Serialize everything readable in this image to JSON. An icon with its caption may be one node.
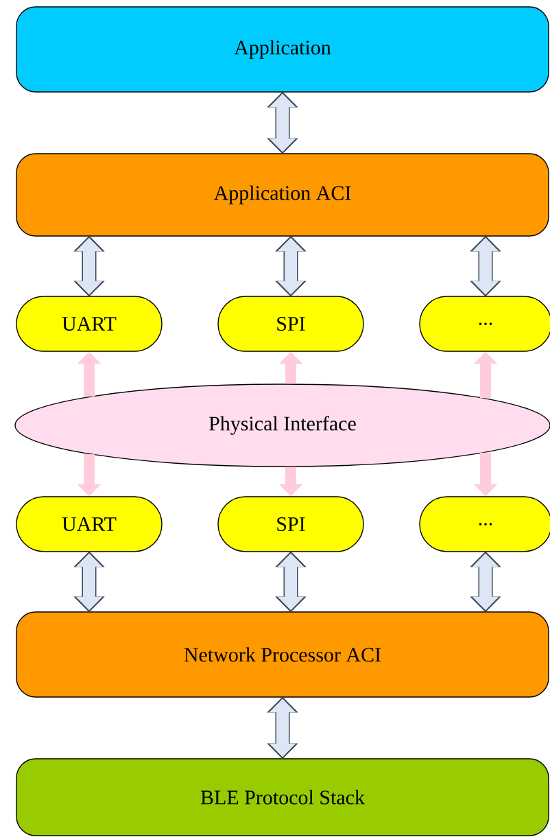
{
  "diagram": {
    "nodes": [
      {
        "text": [
          "Application"
        ]
      },
      {
        "text": [
          "Application ACI"
        ]
      },
      {
        "text": [
          "UART"
        ]
      },
      {
        "text": [
          "SPI"
        ]
      },
      {
        "text": [
          "..."
        ]
      },
      {
        "text": [
          "Physical Interface"
        ]
      },
      {
        "text": [
          "UART"
        ]
      },
      {
        "text": [
          "SPI"
        ]
      },
      {
        "text": [
          "..."
        ]
      },
      {
        "text": [
          "Network Processor ACI"
        ]
      },
      {
        "text": [
          "BLE Protocol Stack"
        ]
      }
    ],
    "edges": [
      {
        "from": 0,
        "to": 1,
        "arrow": "both"
      },
      {
        "from": 1,
        "to": 2,
        "arrow": "both"
      },
      {
        "from": 1,
        "to": 3,
        "arrow": "both"
      },
      {
        "from": 1,
        "to": 4,
        "arrow": "both"
      },
      {
        "from": 5,
        "to": 2,
        "arrow": "to",
        "color": "#ffccdd"
      },
      {
        "from": 5,
        "to": 3,
        "arrow": "to",
        "color": "#ffccdd"
      },
      {
        "from": 5,
        "to": 4,
        "arrow": "to",
        "color": "#ffccdd"
      },
      {
        "from": 5,
        "to": 6,
        "arrow": "to",
        "color": "#ffccdd"
      },
      {
        "from": 5,
        "to": 7,
        "arrow": "to",
        "color": "#ffccdd"
      },
      {
        "from": 5,
        "to": 8,
        "arrow": "to",
        "color": "#ffccdd"
      },
      {
        "from": 6,
        "to": 9,
        "arrow": "both"
      },
      {
        "from": 7,
        "to": 9,
        "arrow": "both"
      },
      {
        "from": 8,
        "to": 9,
        "arrow": "both"
      },
      {
        "from": 9,
        "to": 10,
        "arrow": "both"
      }
    ]
  }
}
